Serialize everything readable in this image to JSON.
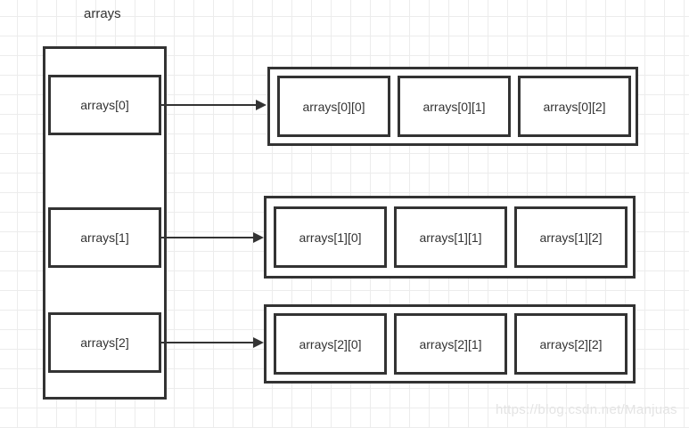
{
  "title": "arrays",
  "pointers": [
    "arrays[0]",
    "arrays[1]",
    "arrays[2]"
  ],
  "rows": [
    [
      "arrays[0][0]",
      "arrays[0][1]",
      "arrays[0][2]"
    ],
    [
      "arrays[1][0]",
      "arrays[1][1]",
      "arrays[1][2]"
    ],
    [
      "arrays[2][0]",
      "arrays[2][1]",
      "arrays[2][2]"
    ]
  ],
  "watermark": "https://blog.csdn.net/Manjuas",
  "colors": {
    "stroke": "#333333",
    "text": "#333333",
    "background": "#ffffff",
    "grid_line": "#ececec",
    "watermark_text": "#e4e4e4"
  }
}
